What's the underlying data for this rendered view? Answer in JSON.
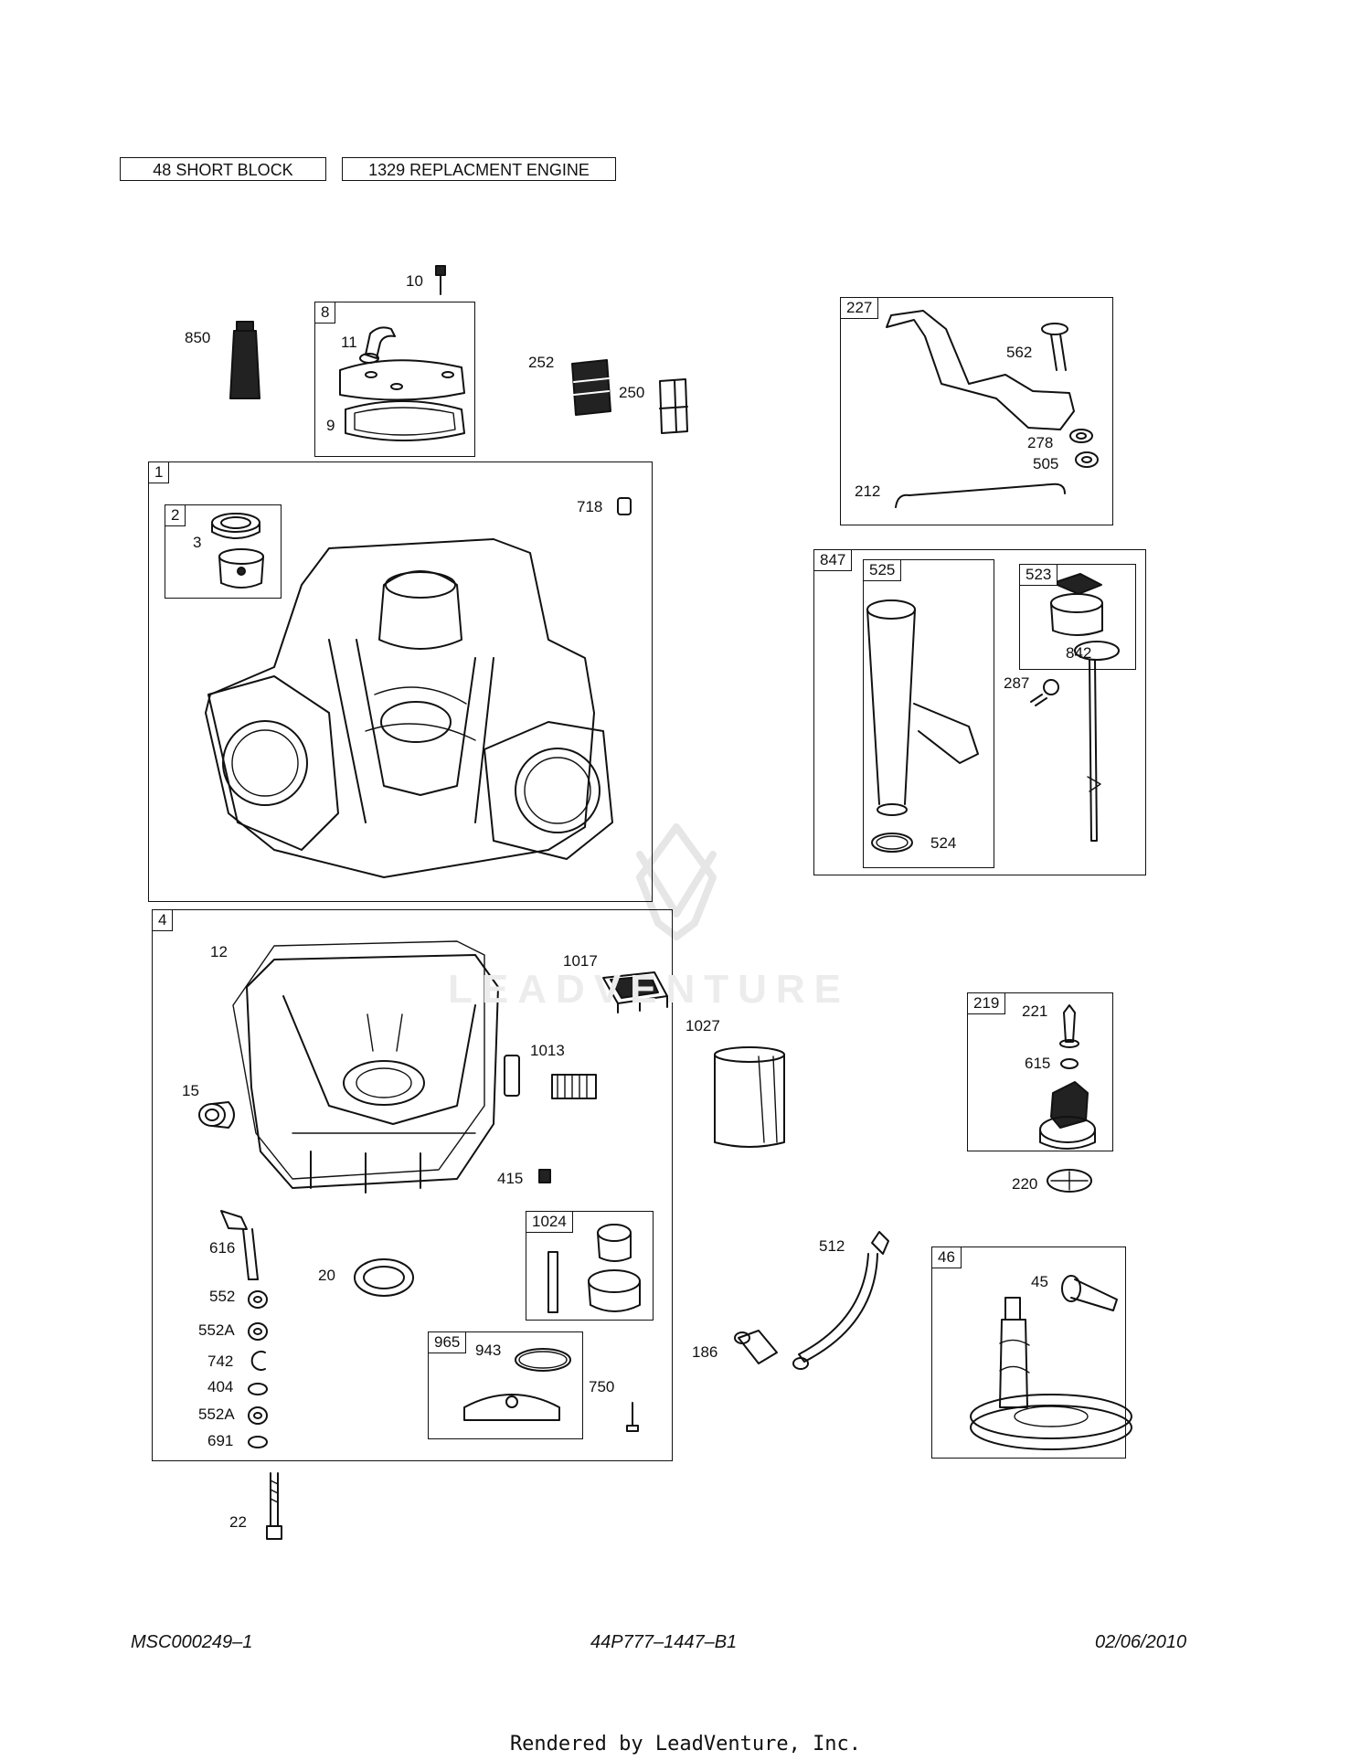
{
  "header": {
    "box_1": "48 SHORT BLOCK",
    "box_2": "1329 REPLACMENT ENGINE"
  },
  "frames": {
    "f8": "8",
    "f1": "1",
    "f2": "2",
    "f4": "4",
    "f1024": "1024",
    "f965": "965",
    "f227": "227",
    "f847": "847",
    "f525": "525",
    "f523": "523",
    "f219": "219",
    "f46": "46"
  },
  "labels": {
    "p10": "10",
    "p850": "850",
    "p11": "11",
    "p9": "9",
    "p252": "252",
    "p250": "250",
    "p718": "718",
    "p3": "3",
    "p562": "562",
    "p278": "278",
    "p505": "505",
    "p212": "212",
    "p842": "842",
    "p287": "287",
    "p524": "524",
    "p12": "12",
    "p1017": "1017",
    "p1013": "1013",
    "p15": "15",
    "p415": "415",
    "p616": "616",
    "p20": "20",
    "p552": "552",
    "p552A_1": "552A",
    "p742": "742",
    "p404": "404",
    "p552A_2": "552A",
    "p691": "691",
    "p943": "943",
    "p750": "750",
    "p22": "22",
    "p1027": "1027",
    "p221": "221",
    "p615": "615",
    "p220": "220",
    "p512": "512",
    "p186": "186",
    "p45": "45"
  },
  "watermark": "LEADVENTURE",
  "footer": {
    "left": "MSC000249–1",
    "center": "44P777–1447–B1",
    "right": "02/06/2010",
    "rendered_by": "Rendered by LeadVenture, Inc."
  }
}
